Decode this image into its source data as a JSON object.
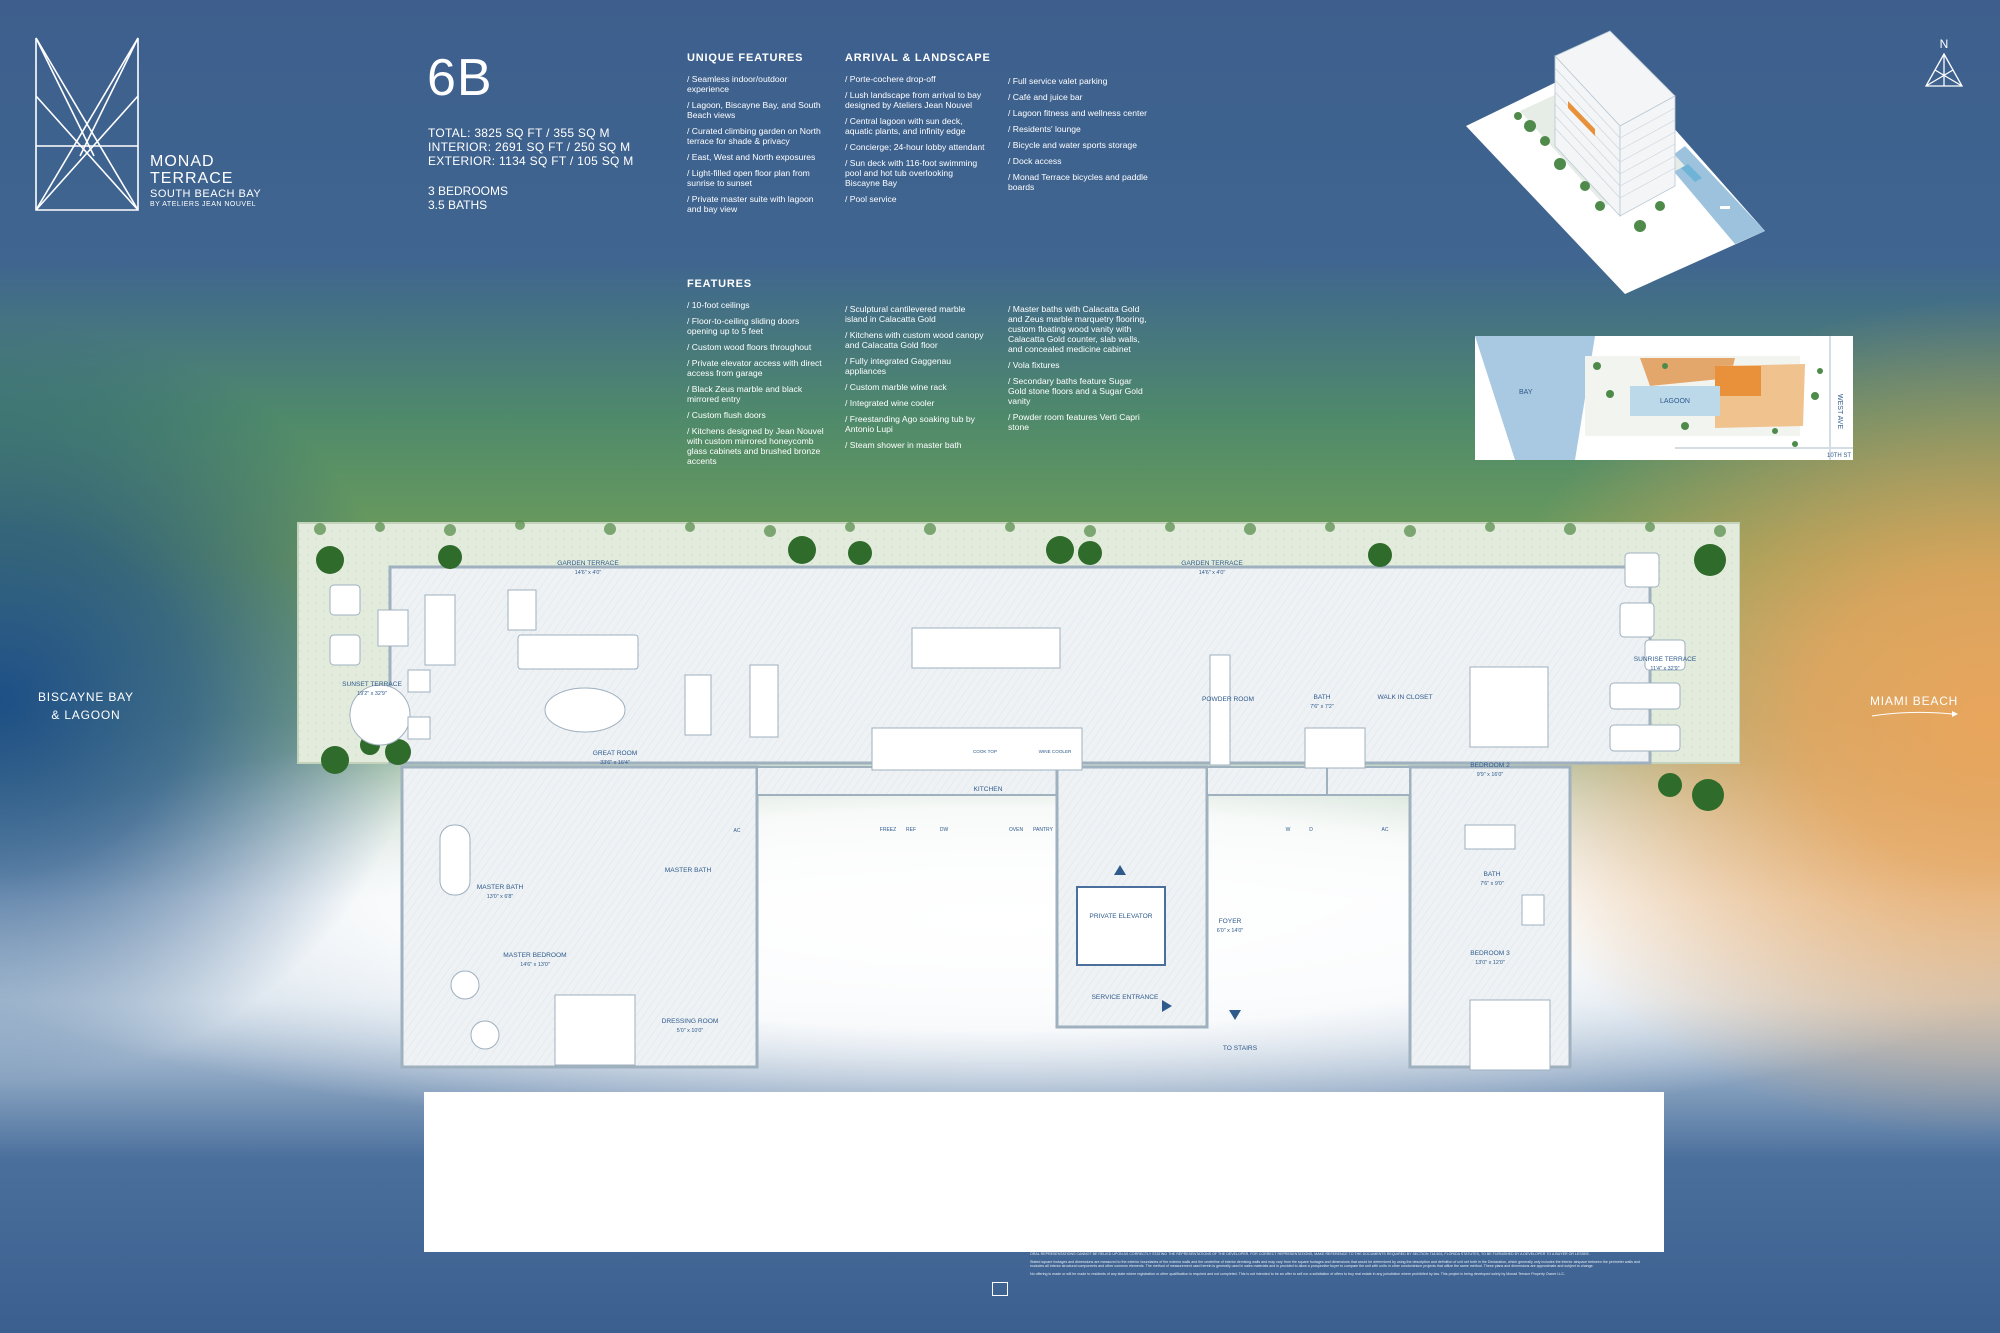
{
  "brand": {
    "name_line1": "MONAD",
    "name_line2": "TERRACE",
    "sub": "SOUTH BEACH BAY",
    "by": "BY ATELIERS JEAN NOUVEL"
  },
  "unit": {
    "name": "6B",
    "total": "TOTAL: 3825 SQ FT / 355 SQ M",
    "interior": "INTERIOR: 2691 SQ FT / 250 SQ M",
    "exterior": "EXTERIOR: 1134 SQ FT / 105 SQ M",
    "bedrooms": "3 BEDROOMS",
    "baths": "3.5 BATHS"
  },
  "unique_features": {
    "heading": "UNIQUE FEATURES",
    "items": [
      "Seamless indoor/outdoor experience",
      "Lagoon, Biscayne Bay, and South Beach views",
      "Curated climbing garden on North terrace for shade & privacy",
      "East, West and North exposures",
      "Light-filled open floor plan from sunrise to sunset",
      "Private master suite with lagoon and bay view"
    ]
  },
  "arrival": {
    "heading": "ARRIVAL & LANDSCAPE",
    "col1": [
      "Porte-cochere drop-off",
      "Lush landscape from arrival to bay designed by Ateliers Jean Nouvel",
      "Central lagoon with sun deck, aquatic plants, and infinity edge",
      "Concierge; 24-hour lobby attendant",
      "Sun deck with 116-foot swimming pool and hot tub overlooking Biscayne Bay",
      "Pool service"
    ],
    "col2": [
      "Full service valet parking",
      "Café and juice bar",
      "Lagoon fitness and wellness center",
      "Residents' lounge",
      "Bicycle and water sports storage",
      "Dock access",
      "Monad Terrace bicycles and paddle boards"
    ]
  },
  "features": {
    "heading": "FEATURES",
    "col1": [
      "10-foot ceilings",
      "Floor-to-ceiling sliding doors opening up to 5 feet",
      "Custom wood floors throughout",
      "Private elevator access with direct access from garage",
      "Black Zeus marble and black mirrored entry",
      "Custom flush doors",
      "Kitchens designed by Jean Nouvel with custom mirrored honeycomb glass cabinets and brushed bronze accents"
    ],
    "col2": [
      "Sculptural cantilevered marble island in Calacatta Gold",
      "Kitchens with custom wood canopy and Calacatta Gold floor",
      "Fully integrated Gaggenau appliances",
      "Custom marble wine rack",
      "Integrated wine cooler",
      "Freestanding Ago soaking tub by Antonio Lupi",
      "Steam shower in master bath"
    ],
    "col3": [
      "Master baths with Calacatta Gold and Zeus marble marquetry flooring, custom floating wood vanity with Calacatta Gold counter, slab walls, and concealed medicine cabinet",
      "Vola fixtures",
      "Secondary baths feature Sugar Gold stone floors and a Sugar Gold vanity",
      "Powder room features Verti Capri stone"
    ]
  },
  "compass": {
    "letter": "N"
  },
  "sides": {
    "left_line1": "BISCAYNE BAY",
    "left_line2": "& LAGOON",
    "right": "MIAMI BEACH"
  },
  "site_plan": {
    "bay": "BAY",
    "lagoon": "LAGOON",
    "west_ave": "WEST AVE",
    "street": "10TH ST"
  },
  "plan": {
    "garden_terrace_left": "GARDEN TERRACE",
    "garden_terrace_left_dim": "14'6\" x 4'0\"",
    "garden_terrace_right": "GARDEN TERRACE",
    "garden_terrace_right_dim": "14'6\" x 4'0\"",
    "sunset_terrace": "SUNSET TERRACE",
    "sunset_terrace_dim": "19'2\" x 32'9\"",
    "sunrise_terrace": "SUNRISE TERRACE",
    "sunrise_terrace_dim": "11'4\" x 32'9\"",
    "great_room": "GREAT ROOM",
    "great_room_dim": "33'6\" x 16'4\"",
    "kitchen": "KITCHEN",
    "cooktop": "COOK TOP",
    "wine_cooler": "WINE COOLER",
    "powder_room": "POWDER ROOM",
    "bath": "BATH",
    "bath_dim": "7'6\" x 7'2\"",
    "walk_in_closet": "WALK IN CLOSET",
    "bedroom2": "BEDROOM 2",
    "bedroom2_dim": "9'9\" x 16'0\"",
    "ac": "AC",
    "freezer": "FREEZ",
    "ref": "REF",
    "dw": "DW",
    "oven": "OVEN",
    "pantry": "PANTRY",
    "w": "W",
    "d": "D",
    "ac2": "AC",
    "master_bath": "MASTER BATH",
    "master_bath_dim": "13'0\" x 6'8\"",
    "master_bath2": "MASTER BATH",
    "master_bedroom": "MASTER BEDROOM",
    "master_bedroom_dim": "14'6\" x 13'0\"",
    "dressing_room": "DRESSING ROOM",
    "dressing_room_dim": "5'0\" x 10'0\"",
    "private_elevator": "PRIVATE ELEVATOR",
    "service_entrance": "SERVICE ENTRANCE",
    "foyer": "FOYER",
    "foyer_dim": "6'0\" x 14'0\"",
    "to_stairs": "TO STAIRS",
    "bath3": "BATH",
    "bath3_dim": "7'6\" x 9'0\"",
    "bedroom3": "BEDROOM 3",
    "bedroom3_dim": "13'0\" x 12'0\""
  },
  "fine_print": {
    "line1": "ORAL REPRESENTATIONS CANNOT BE RELIED UPON AS CORRECTLY STATING THE REPRESENTATIONS OF THE DEVELOPER. FOR CORRECT REPRESENTATIONS, MAKE REFERENCE TO THE DOCUMENTS REQUIRED BY SECTION 718.503, FLORIDA STATUTES, TO BE FURNISHED BY A DEVELOPER TO A BUYER OR LESSEE.",
    "line2": "Stated square footages and dimensions are measured to the exterior boundaries of the exterior walls and the centerline of interior demising walls and may vary from the square footages and dimensions that would be determined by using the description and definition of unit set forth in the Declaration, which generally only includes the interior airspace between the perimeter walls and excludes all interior structural components and other common elements. The method of measurement used herein is generally used in sales materials and is provided to allow a prospective buyer to compare the unit with units in other condominium projects that utilize the same method. These plans and dimensions are approximate and subject to change.",
    "line3": "No offering is made or will be made to residents of any state where registration or other qualification is required and not completed. This is not intended to be an offer to sell nor a solicitation of offers to buy real estate in any jurisdiction where prohibited by law. This project is being developed solely by Monad Terrace Property Owner LLC."
  }
}
